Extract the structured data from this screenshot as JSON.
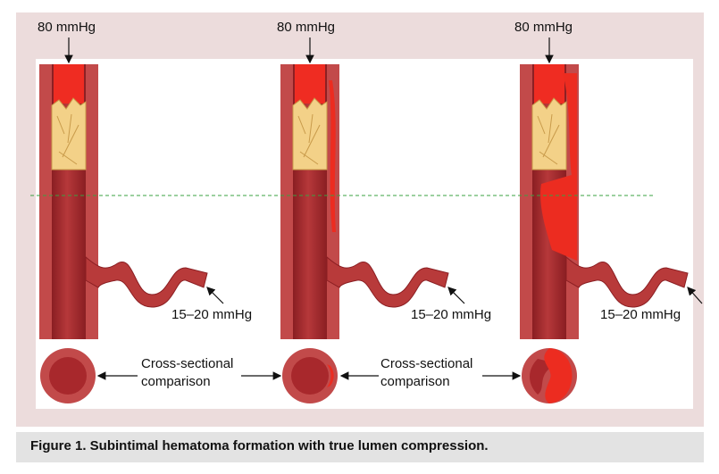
{
  "labels": {
    "high_pressure": [
      "80 mmHg",
      "80 mmHg",
      "80 mmHg"
    ],
    "low_pressure": [
      "15–20 mmHg",
      "15–20 mmHg",
      "15–20 mmHg"
    ],
    "cross_section": [
      {
        "line1": "Cross-sectional",
        "line2": "comparison"
      },
      {
        "line1": "Cross-sectional",
        "line2": "comparison"
      }
    ]
  },
  "caption": "Figure 1. Subintimal hematoma formation with true lumen compression.",
  "colors": {
    "frame": "#ecdcdc",
    "vessel_wall": "#b83a3a",
    "vessel_lumen": "#a8282c",
    "hematoma": "#ec2c20",
    "plaque": "#f3d188",
    "guide_line": "#3aa040"
  }
}
